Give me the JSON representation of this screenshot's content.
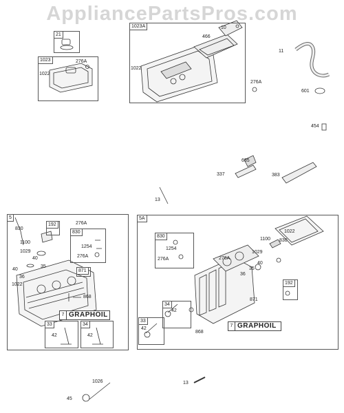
{
  "watermark": "AppliancePartsPros.com",
  "boxes": {
    "b21": "21",
    "b1023": "1023",
    "b1023a": "1023A",
    "b5": "5",
    "b192": "192",
    "b830": "830",
    "b871": "871",
    "b33": "33",
    "b34": "34",
    "b5a": "5A",
    "b830a": "830",
    "b192a": "192",
    "b34a": "34",
    "b33a": "33",
    "b7": "7",
    "b7a": "7"
  },
  "graphoil": "GRAPHOIL",
  "labels": {
    "l276a_1": "276A",
    "l1022_1": "1022",
    "l1022_2": "1022",
    "l466": "466",
    "l10": "10",
    "l11": "11",
    "l276a_2": "276A",
    "l601": "601",
    "l454": "454",
    "l635": "635",
    "l337": "337",
    "l383": "383",
    "l13_1": "13",
    "l830_1": "830",
    "l276a_3": "276A",
    "l1100_1": "1100",
    "l1029_1": "1029",
    "l40_1": "40",
    "l35_1": "35",
    "l40_2": "40",
    "l36_1": "36",
    "l1022_3": "1022",
    "l1254_1": "1254",
    "l276a_4": "276A",
    "l868_1": "868",
    "l42_1": "42",
    "l42_2": "42",
    "l1022_4": "1022",
    "l1100_2": "1100",
    "l830_2": "830",
    "l1029_2": "1029",
    "l40_3": "40",
    "l36_2": "36",
    "l35_2": "35",
    "l1254_2": "1254",
    "l276a_5": "276A",
    "l276a_6": "276A",
    "l871_2": "871",
    "l42_3": "42",
    "l42_4": "42",
    "l868_2": "868",
    "l1026": "1026",
    "l45": "45",
    "l13_2": "13"
  }
}
